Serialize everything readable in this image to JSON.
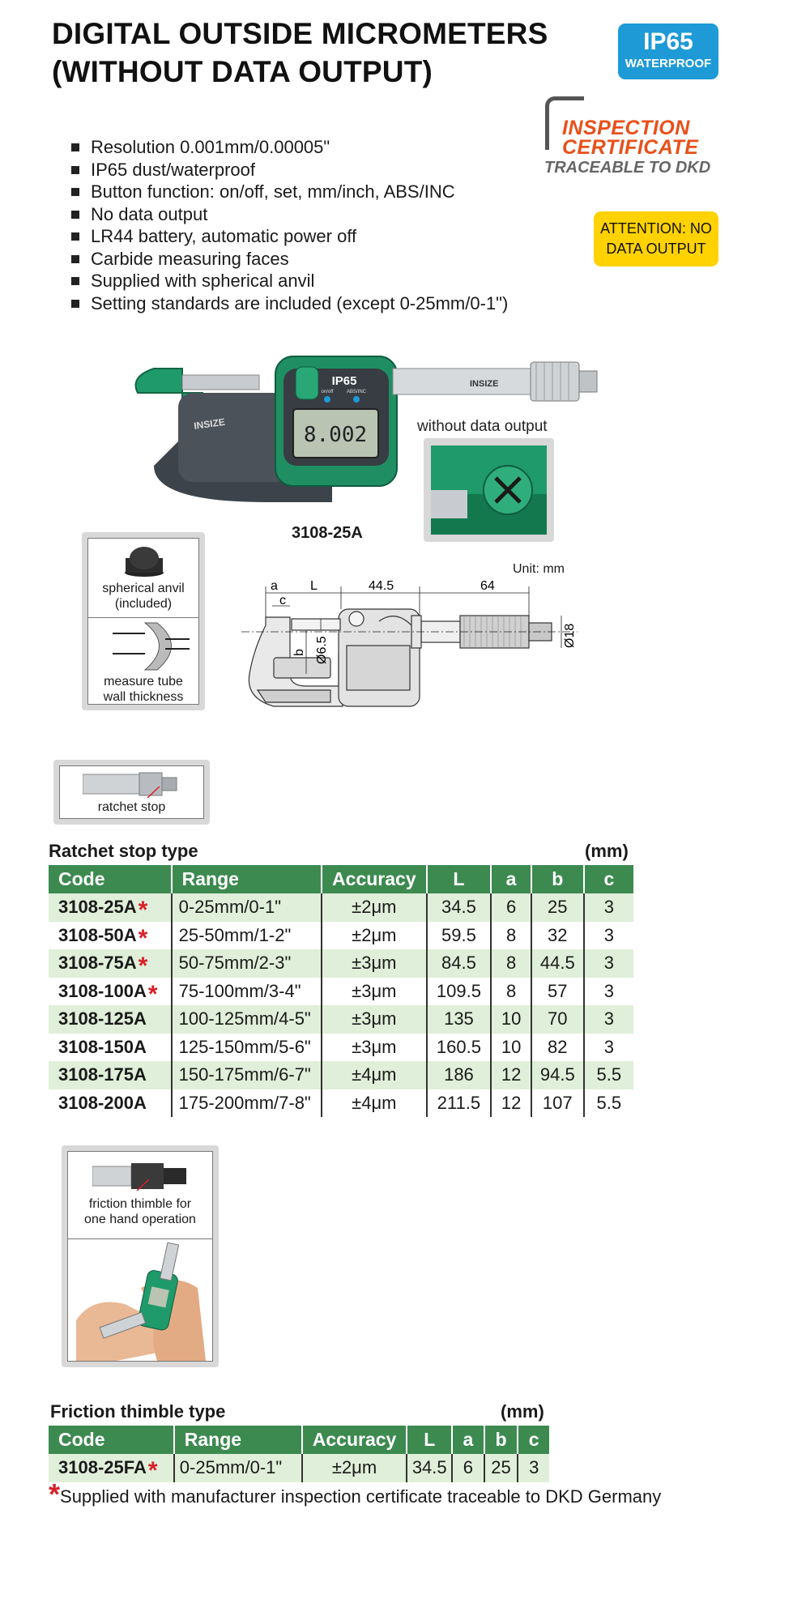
{
  "header": {
    "title_line1": "DIGITAL OUTSIDE MICROMETERS",
    "title_line2": "(WITHOUT DATA OUTPUT)"
  },
  "badges": {
    "ip65_big": "IP65",
    "ip65_small": "WATERPROOF",
    "cert_line1": "INSPECTION",
    "cert_line2": "CERTIFICATE",
    "cert_line3": "TRACEABLE TO DKD",
    "attention_line1": "ATTENTION: NO",
    "attention_line2": "DATA OUTPUT"
  },
  "features": [
    "Resolution 0.001mm/0.00005\"",
    "IP65 dust/waterproof",
    "Button function: on/off, set, mm/inch, ABS/INC",
    "No data output",
    "LR44 battery, automatic power off",
    "Carbide measuring faces",
    "Supplied with spherical anvil",
    "Setting standards are included (except 0-25mm/0-1\")"
  ],
  "product": {
    "without_data_output": "without data output",
    "model": "3108-25A",
    "brand": "INSIZE",
    "ip_label": "IP65",
    "display_value": "8.002",
    "button_label_1": "on/off",
    "button_label_2": "ABS/INC"
  },
  "drawing": {
    "unit": "Unit: mm",
    "dim_a": "a",
    "dim_L": "L",
    "dim_c": "c",
    "dim_b": "b",
    "dim_445": "44.5",
    "dim_64": "64",
    "dim_d65": "Ø6.5",
    "dim_d18": "Ø18"
  },
  "callouts": {
    "spherical_line1": "spherical anvil",
    "spherical_line2": "(included)",
    "tube_line1": "measure tube",
    "tube_line2": "wall thickness",
    "ratchet": "ratchet stop",
    "friction_line1": "friction thimble for",
    "friction_line2": "one hand operation"
  },
  "ratchet_table": {
    "title": "Ratchet stop type",
    "unit": "(mm)",
    "headers": [
      "Code",
      "Range",
      "Accuracy",
      "L",
      "a",
      "b",
      "c"
    ],
    "rows": [
      {
        "code": "3108-25A",
        "star": "*",
        "range": "0-25mm/0-1\"",
        "accuracy": "±2μm",
        "L": "34.5",
        "a": "6",
        "b": "25",
        "c": "3"
      },
      {
        "code": "3108-50A",
        "star": "*",
        "range": "25-50mm/1-2\"",
        "accuracy": "±2μm",
        "L": "59.5",
        "a": "8",
        "b": "32",
        "c": "3"
      },
      {
        "code": "3108-75A",
        "star": "*",
        "range": "50-75mm/2-3\"",
        "accuracy": "±3μm",
        "L": "84.5",
        "a": "8",
        "b": "44.5",
        "c": "3"
      },
      {
        "code": "3108-100A",
        "star": "*",
        "range": "75-100mm/3-4\"",
        "accuracy": "±3μm",
        "L": "109.5",
        "a": "8",
        "b": "57",
        "c": "3"
      },
      {
        "code": "3108-125A",
        "star": "",
        "range": "100-125mm/4-5\"",
        "accuracy": "±3μm",
        "L": "135",
        "a": "10",
        "b": "70",
        "c": "3"
      },
      {
        "code": "3108-150A",
        "star": "",
        "range": "125-150mm/5-6\"",
        "accuracy": "±3μm",
        "L": "160.5",
        "a": "10",
        "b": "82",
        "c": "3"
      },
      {
        "code": "3108-175A",
        "star": "",
        "range": "150-175mm/6-7\"",
        "accuracy": "±4μm",
        "L": "186",
        "a": "12",
        "b": "94.5",
        "c": "5.5"
      },
      {
        "code": "3108-200A",
        "star": "",
        "range": "175-200mm/7-8\"",
        "accuracy": "±4μm",
        "L": "211.5",
        "a": "12",
        "b": "107",
        "c": "5.5"
      }
    ]
  },
  "friction_table": {
    "title": "Friction thimble type",
    "unit": "(mm)",
    "headers": [
      "Code",
      "Range",
      "Accuracy",
      "L",
      "a",
      "b",
      "c"
    ],
    "rows": [
      {
        "code": "3108-25FA",
        "star": "*",
        "range": "0-25mm/0-1\"",
        "accuracy": "±2μm",
        "L": "34.5",
        "a": "6",
        "b": "25",
        "c": "3"
      }
    ]
  },
  "footnote": {
    "star": "*",
    "text": "Supplied with manufacturer inspection certificate traceable to DKD Germany"
  },
  "colors": {
    "table_header": "#3d8a50",
    "table_alt_row": "#e0efd9",
    "ip65_badge": "#1e9ad6",
    "attention_badge": "#ffd200",
    "certificate_text": "#e8501a",
    "star": "#d9202a",
    "micrometer_frame": "#1f9a6a"
  }
}
